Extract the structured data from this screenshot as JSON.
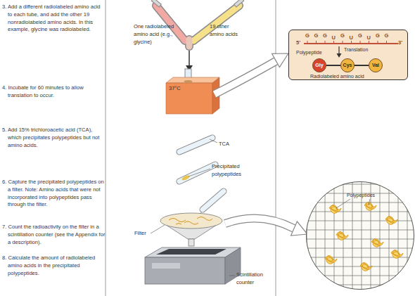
{
  "diagram": {
    "nodes": [
      {
        "text": [
          "Translation",
          "Polypeptide",
          "Radiolabeled amino acid"
        ]
      },
      {
        "text": [
          "Gly"
        ],
        "in": 0
      },
      {
        "text": [
          "Cys"
        ],
        "in": 0
      },
      {
        "text": [
          "Val"
        ],
        "in": 0
      },
      {
        "text": [
          "Polypeptides"
        ]
      }
    ],
    "edges": [
      {
        "from": 1,
        "to": 2,
        "arrow": "none"
      },
      {
        "from": 2,
        "to": 3,
        "arrow": "none"
      }
    ],
    "labels": [
      "3. Add a different radiolabeled amino acid to each tube, and add the other 19 nonradiolabeled amino acids. In this example, glycine was radiolabeled.",
      "4. Incubate for 60 minutes to allow translation to occur.",
      "5. Add 15% trichloroacetic acid (TCA), which precipitates polypeptides but not amino acids.",
      "6. Capture the precipitated polypeptides on a filter. Note: Amino acids that were not incorporated into polypeptides pass through the filter.",
      "7. Count the radioactivity on the filter in a scintillation counter (see the Appendix for a description).",
      "8. Calculate the amount of radiolabeled amino acids in the precipitated polypeptides.",
      "One radiolabeled amino acid (e.g., glycine)",
      "19 other amino acids",
      "37°C",
      "TCA",
      "Precipitated polypeptides",
      "Filter",
      "Scintillation counter",
      "5'",
      "G",
      "G",
      "G",
      "U",
      "G",
      "U",
      "G",
      "U",
      "G",
      "G",
      "3'"
    ]
  }
}
